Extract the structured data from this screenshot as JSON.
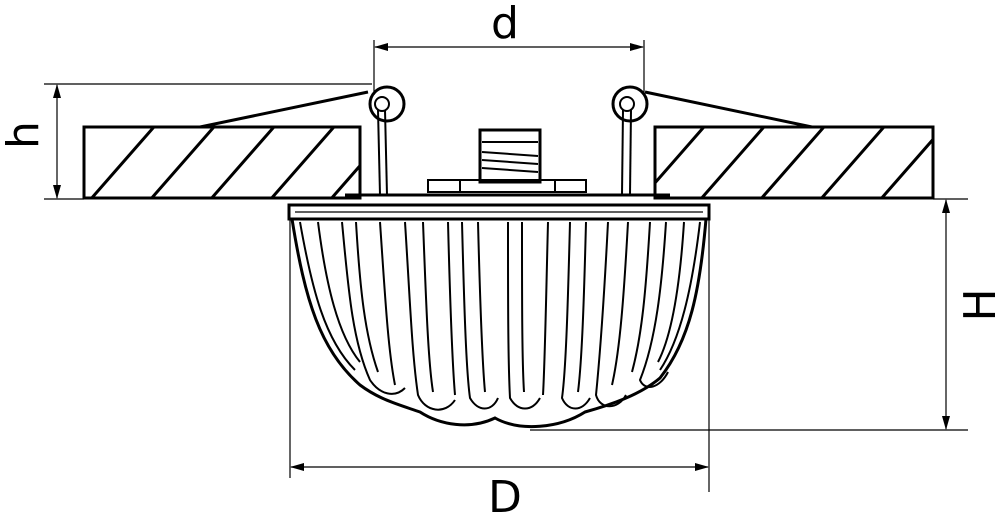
{
  "diagram": {
    "labels": {
      "d": "d",
      "h": "h",
      "H": "H",
      "D": "D"
    },
    "colors": {
      "line": "#000000",
      "background": "#ffffff"
    }
  }
}
